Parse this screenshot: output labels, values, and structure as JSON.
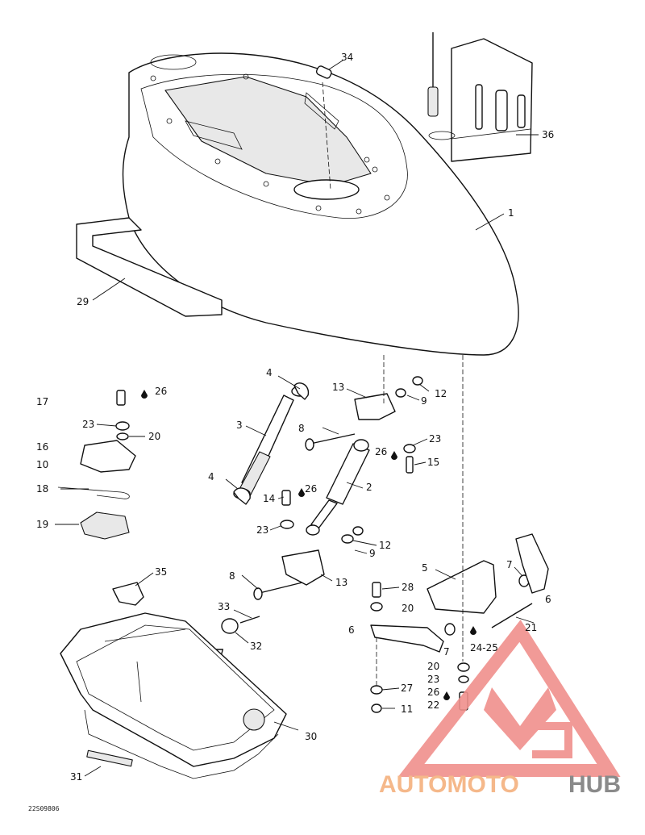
{
  "diagram_code": "22S09806",
  "callouts": {
    "c1": "1",
    "c2": "2",
    "c3": "3",
    "c4a": "4",
    "c4b": "4",
    "c5": "5",
    "c6a": "6",
    "c6b": "6",
    "c7a": "7",
    "c7b": "7",
    "c8a": "8",
    "c8b": "8",
    "c9a": "9",
    "c9b": "9",
    "c10": "10",
    "c11": "11",
    "c12a": "12",
    "c12b": "12",
    "c13a": "13",
    "c13b": "13",
    "c14": "14",
    "c15": "15",
    "c16": "16",
    "c17": "17",
    "c18": "18",
    "c19": "19",
    "c20a": "20",
    "c20b": "20",
    "c20c": "20",
    "c21": "21",
    "c22": "22",
    "c23a": "23",
    "c23b": "23",
    "c23c": "23",
    "c23d": "23",
    "c2425": "24-25",
    "c26a": "26",
    "c26b": "26",
    "c26c": "26",
    "c26d": "26",
    "c27": "27",
    "c28": "28",
    "c29": "29",
    "c30": "30",
    "c31": "31",
    "c32": "32",
    "c33": "33",
    "c34": "34",
    "c35": "35",
    "c36": "36"
  },
  "watermark": {
    "word_part1": "AUTOMOTO",
    "word_part2": "HUB",
    "color_primary": "#f0908c",
    "color_accent": "#f5b88a",
    "color_dark": "#8a8a8a"
  }
}
